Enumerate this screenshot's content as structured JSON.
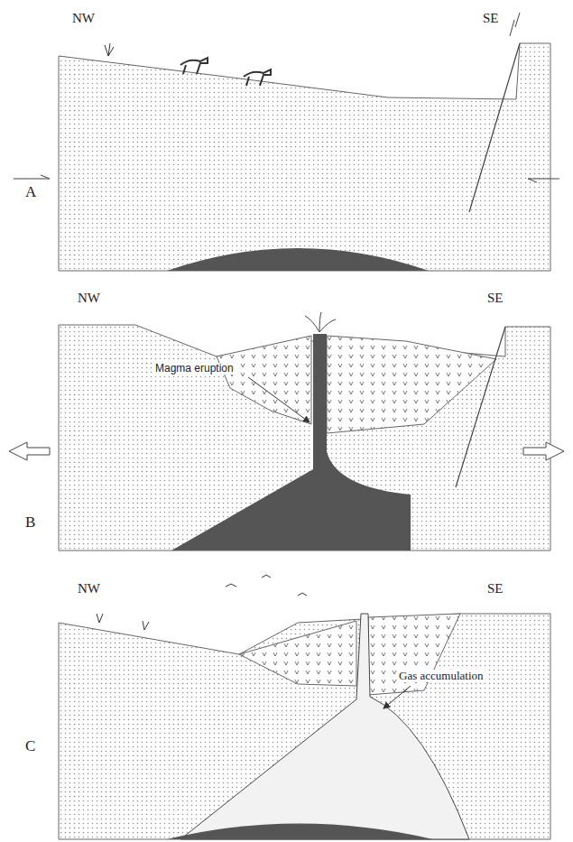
{
  "diagram": {
    "labels": [
      "NW",
      "SE",
      "A",
      "NW",
      "SE",
      "Magma eruption",
      "B",
      "NW",
      "SE",
      "C",
      "Gas accumulation"
    ]
  }
}
